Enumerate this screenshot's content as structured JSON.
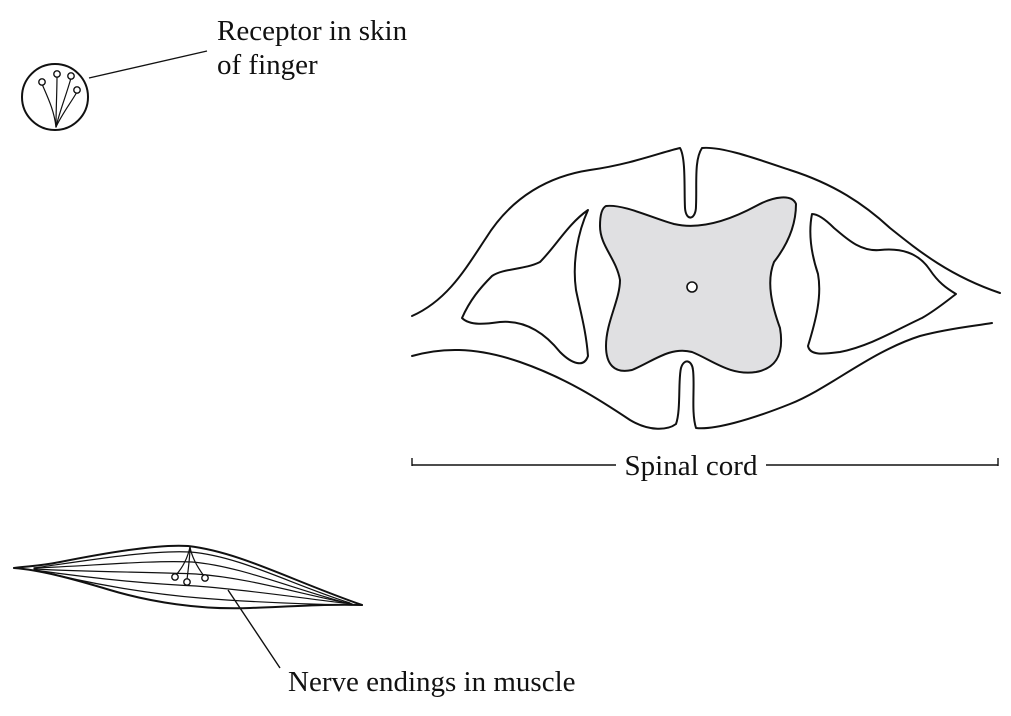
{
  "labels": {
    "receptor_line1": "Receptor in skin",
    "receptor_line2": "of finger",
    "spinal_cord": "Spinal cord",
    "nerve_endings": "Nerve endings in muscle"
  },
  "colors": {
    "ink": "#111111",
    "grey_matter": "#e0e0e2",
    "background": "#ffffff"
  }
}
